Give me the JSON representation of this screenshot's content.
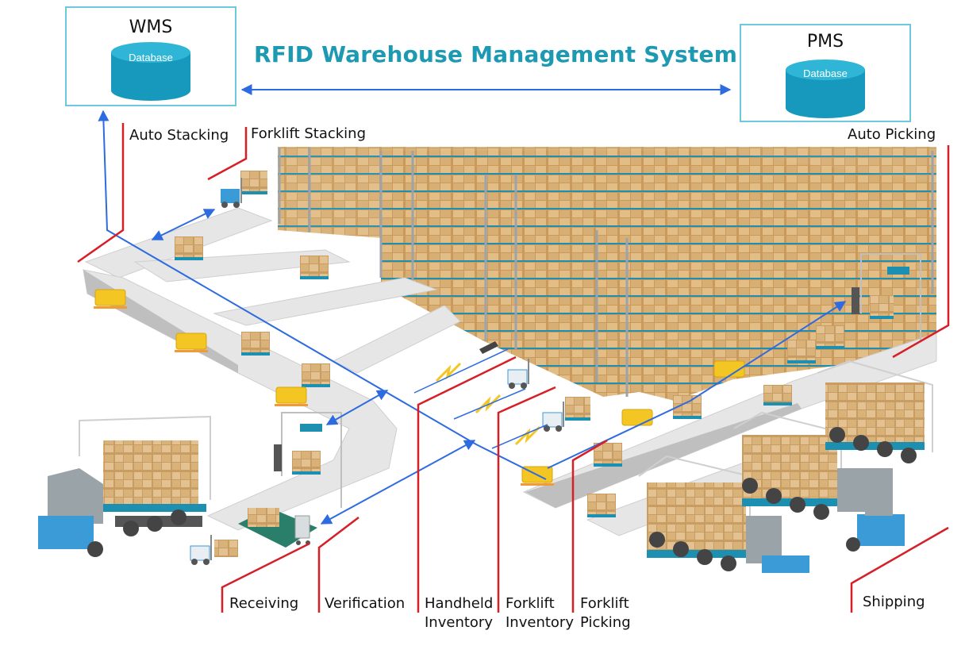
{
  "title": "RFID Warehouse Management System",
  "systems": {
    "wms": {
      "name": "WMS",
      "db_label": "Database"
    },
    "pms": {
      "name": "PMS",
      "db_label": "Database"
    }
  },
  "stations": {
    "auto_stacking": "Auto Stacking",
    "forklift_stacking": "Forklift Stacking",
    "auto_picking": "Auto Picking",
    "receiving": "Receiving",
    "verification": "Verification",
    "handheld_inventory_1": "Handheld",
    "handheld_inventory_2": "Inventory",
    "forklift_inventory_1": "Forklift",
    "forklift_inventory_2": "Inventory",
    "forklift_picking_1": "Forklift",
    "forklift_picking_2": "Picking",
    "shipping": "Shipping"
  },
  "colors": {
    "title": "#1d9ab2",
    "box_border": "#6fc8de",
    "database": "#1aa6c9",
    "arrow": "#2f6be0",
    "marker_line": "#d61f26",
    "carton": "#d9b27a",
    "pallet": "#1d8fb0",
    "conveyor": "#e6e6e6",
    "rack": "#9ea3a8",
    "truck": "#3a9bd6"
  }
}
